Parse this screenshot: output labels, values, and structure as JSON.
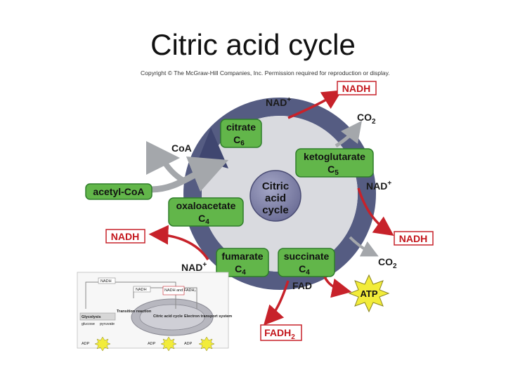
{
  "title": "Citric acid cycle",
  "copyright": "Copyright © The McGraw-Hill Companies, Inc. Permission required for reproduction or display.",
  "cycle": {
    "center_line1": "Citric",
    "center_line2": "acid",
    "center_line3": "cycle"
  },
  "molecules": {
    "citrate": {
      "name": "citrate",
      "carbon": "C",
      "sub": "6"
    },
    "ketoglutarate": {
      "name": "ketoglutarate",
      "carbon": "C",
      "sub": "5"
    },
    "succinate": {
      "name": "succinate",
      "carbon": "C",
      "sub": "4"
    },
    "fumarate": {
      "name": "fumarate",
      "carbon": "C",
      "sub": "4"
    },
    "oxaloacetate": {
      "name": "oxaloacetate",
      "carbon": "C",
      "sub": "4"
    },
    "acetyl_coa": {
      "name": "acetyl-CoA"
    }
  },
  "labels": {
    "coa": "CoA",
    "nad_top": "NAD",
    "nad_right": "NAD",
    "nad_bottom": "NAD",
    "plus": "+",
    "co2_top": "CO",
    "co2_right": "CO",
    "two": "2",
    "fad": "FAD",
    "nadh_top": "NADH",
    "nadh_right": "NADH",
    "nadh_left": "NADH",
    "fadh_base": "FADH",
    "fadh_sub": "2",
    "atp": "ATP"
  },
  "inset": {
    "nadh": "NADH",
    "nadh2": "NADH",
    "nadh_fadh": "NADH and FADH₂",
    "glycolysis": "Glycolysis",
    "glucose": "glucose",
    "pyruvate": "pyruvate",
    "transition": "Transition reaction",
    "citric": "Citric acid cycle",
    "electron": "Electron transport system",
    "adp": "ADP",
    "atp": "ATP"
  },
  "colors": {
    "box_fill": "#62b64a",
    "box_stroke": "#2f7d2a",
    "ring": "#555c82",
    "ring_inner": "#d9dadf",
    "center": "#7d7fa8",
    "red_arrow": "#c7222a",
    "grey_arrow": "#a4a7ab",
    "atp_star": "#f2ec3a"
  }
}
